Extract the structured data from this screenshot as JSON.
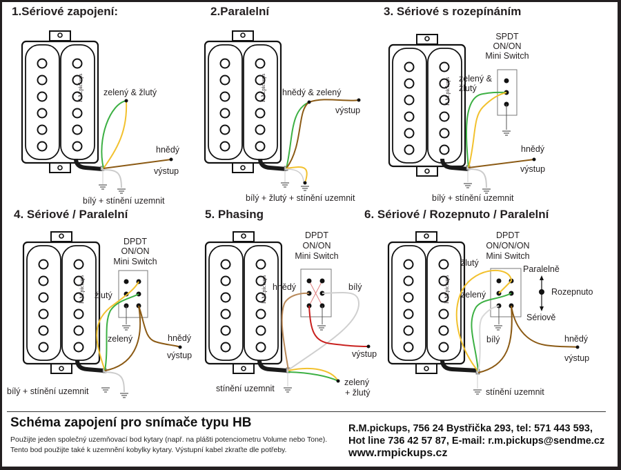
{
  "diagrams": [
    {
      "title": "1.Sériové zapojení:",
      "labels": {
        "top": "zelený & žlutý",
        "right_top": "hnědý",
        "right_bottom": "výstup",
        "ground": "bílý + stínění uzemnit"
      }
    },
    {
      "title": "2.Paralelní",
      "labels": {
        "top": "hnědý & zelený",
        "right_bottom": "výstup",
        "ground": "bílý + žlutý + stínění uzemnit"
      }
    },
    {
      "title": "3. Sériové s rozepínáním",
      "switch": {
        "line1": "SPDT",
        "line2": "ON/ON",
        "line3": "Mini Switch"
      },
      "labels": {
        "top1": "zelený &",
        "top2": "žlutý",
        "right_top": "hnědý",
        "right_bottom": "výstup",
        "ground": "bílý + stínění uzemnit"
      }
    },
    {
      "title": "4. Sériové / Paralelní",
      "switch": {
        "line1": "DPDT",
        "line2": "ON/ON",
        "line3": "Mini Switch"
      },
      "labels": {
        "yellow": "žlutý",
        "green": "zelený",
        "right_top": "hnědý",
        "right_bottom": "výstup",
        "ground": "bílý + stínění uzemnit"
      }
    },
    {
      "title": "5. Phasing",
      "switch": {
        "line1": "DPDT",
        "line2": "ON/ON",
        "line3": "Mini Switch"
      },
      "labels": {
        "brown": "hnědý",
        "white": "bílý",
        "output": "výstup",
        "ground": "stínění uzemnit",
        "gy1": "zelený",
        "gy2": "+ žlutý"
      }
    },
    {
      "title": "6. Sériové / Rozepnuto / Paralelní",
      "switch": {
        "line1": "DPDT",
        "line2": "ON/ON/ON",
        "line3": "Mini Switch"
      },
      "labels": {
        "yellow": "žlutý",
        "green": "zelený",
        "white": "bílý",
        "right_top": "hnědý",
        "right_bottom": "výstup",
        "ground": "stínění uzemnit",
        "pos_top": "Paralelně",
        "pos_mid": "Rozepnuto",
        "pos_bottom": "Sériově"
      }
    }
  ],
  "brand_mark": "R.M.pickups",
  "footer": {
    "title": "Schéma zapojení pro snímače typu HB",
    "note_line1": "Použijte jeden společný uzemňovací bod kytary (např. na plášti potenciometru Volume nebo Tone).",
    "note_line2": "Tento bod použijte také k uzemnění kobylky kytary. Výstupní kabel zkraťte dle potřeby.",
    "contact_line1": "R.M.pickups, 756 24 Bystřička 293, tel: 571 443 593,",
    "contact_line2": "Hot line 736 42 57 87, E-mail: r.m.pickups@sendme.cz",
    "website": "www.rmpickups.cz"
  },
  "wire_colors": {
    "green": "#3cb043",
    "yellow": "#f2c12e",
    "brown": "#8b5a14",
    "white": "#c8c8c8",
    "red": "#c8201e",
    "tan": "#b8895a",
    "cable": "#1a1a1a"
  }
}
